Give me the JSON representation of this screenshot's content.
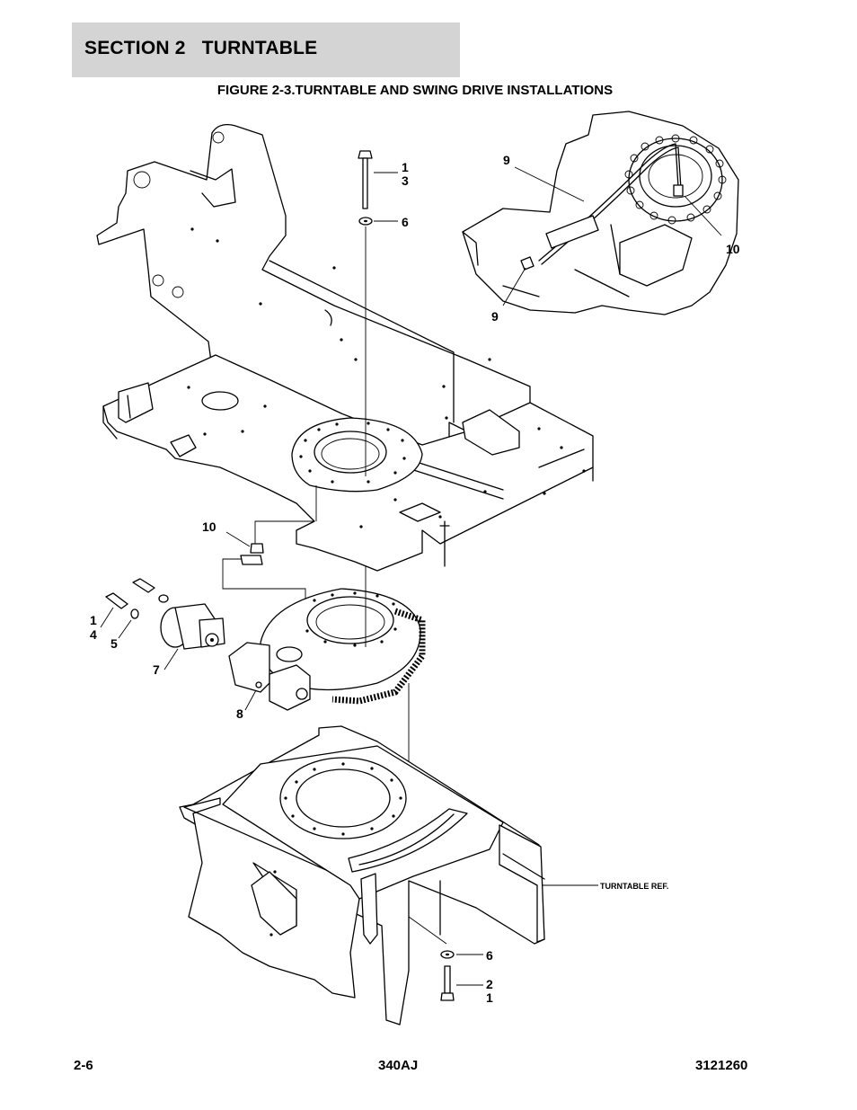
{
  "header": {
    "section": "SECTION 2   TURNTABLE",
    "figure_title": "FIGURE 2-3.TURNTABLE AND SWING DRIVE INSTALLATIONS"
  },
  "callouts": {
    "c1_top": "1",
    "c3_top": "3",
    "c6_top": "6",
    "c9_upper": "9",
    "c9_lower": "9",
    "c10_inset": "10",
    "c10_fitting": "10",
    "c1_bolt": "1",
    "c4_bolt": "4",
    "c5": "5",
    "c7": "7",
    "c8": "8",
    "c6_bottom": "6",
    "c2_bottom": "2",
    "c1_bottom": "1",
    "turntable_ref": "TURNTABLE REF."
  },
  "footer": {
    "page": "2-6",
    "model": "340AJ",
    "doc_number": "3121260"
  }
}
